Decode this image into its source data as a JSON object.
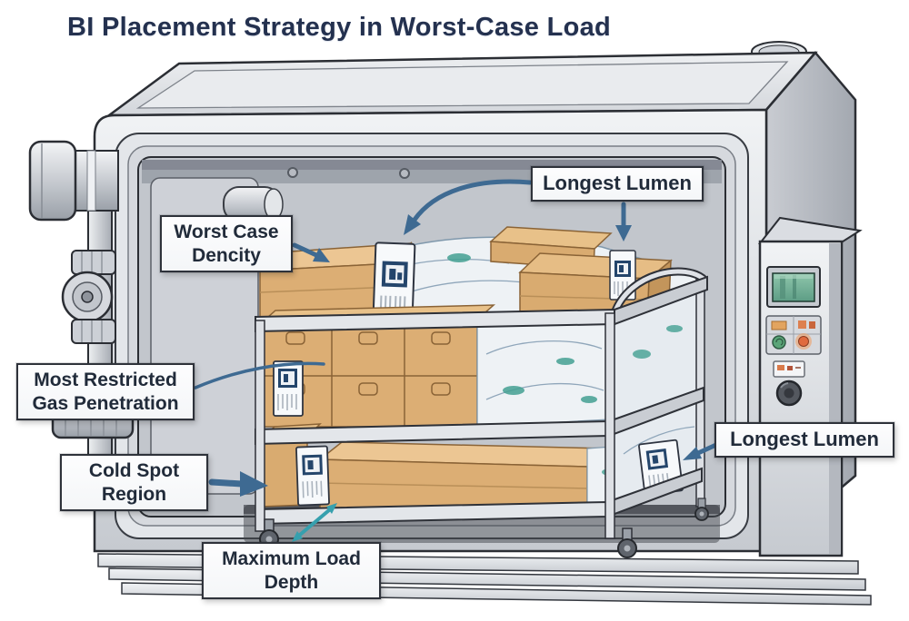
{
  "title": "BI Placement Strategy in Worst-Case Load",
  "callouts": {
    "longest_lumen_top": "Longest Lumen",
    "worst_case_density": "Worst Case\nDencity",
    "most_restricted_gas": "Most Restricted\nGas Penetration",
    "cold_spot": "Cold Spot\nRegion",
    "maximum_load_depth": "Maximum Load\nDepth",
    "longest_lumen_right": "Longest Lumen"
  },
  "colors": {
    "title_text": "#24314f",
    "callout_text": "#212b3a",
    "callout_border": "#2e323a",
    "callout_background": "#fbfcfd",
    "arrow_blue": "#3e6a92",
    "measure_arrow_teal": "#36a0ae",
    "machine_body": "#d9dce1",
    "carton_box_tan": "#dcae74",
    "sterile_pouch_white": "#eef2f5",
    "instrument_teal": "#43a092",
    "bi_card_white": "#f7f9fb",
    "bi_card_mark_navy": "#24456b",
    "screen_green": "#78b89e",
    "indicator_orange": "#e0703f"
  },
  "icons": {
    "bi_card_symbol": "qr-code-mark-icon",
    "display": "status-screen-icon",
    "knob": "control-knob-icon",
    "valve": "pipe-valve-icon"
  }
}
